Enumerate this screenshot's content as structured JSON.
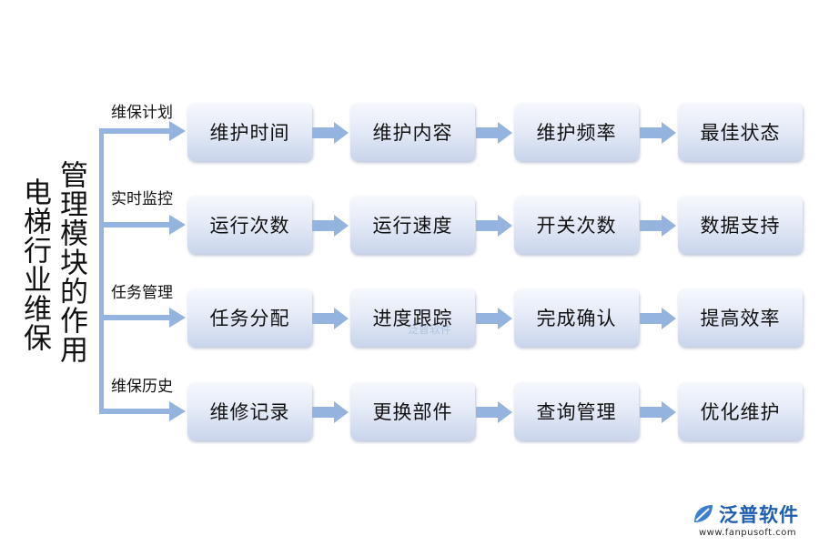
{
  "title": {
    "main": "电梯行业维保",
    "sub": "管理模块的作用"
  },
  "branches": [
    {
      "label": "维保计划",
      "steps": [
        "维护时间",
        "维护内容",
        "维护频率",
        "最佳状态"
      ]
    },
    {
      "label": "实时监控",
      "steps": [
        "运行次数",
        "运行速度",
        "开关次数",
        "数据支持"
      ]
    },
    {
      "label": "任务管理",
      "steps": [
        "任务分配",
        "进度跟踪",
        "完成确认",
        "提高效率"
      ]
    },
    {
      "label": "维保历史",
      "steps": [
        "维修记录",
        "更换部件",
        "查询管理",
        "优化维护"
      ]
    }
  ],
  "watermark": "泛普软件",
  "logo": {
    "name": "泛普软件",
    "url": "www.fanpusoft.com",
    "icon": "leaf-icon"
  },
  "colors": {
    "connector": "#95b3df",
    "box_top": "#f6f8fd",
    "box_bottom": "#c9d5ec",
    "brand": "#1d5fae"
  }
}
